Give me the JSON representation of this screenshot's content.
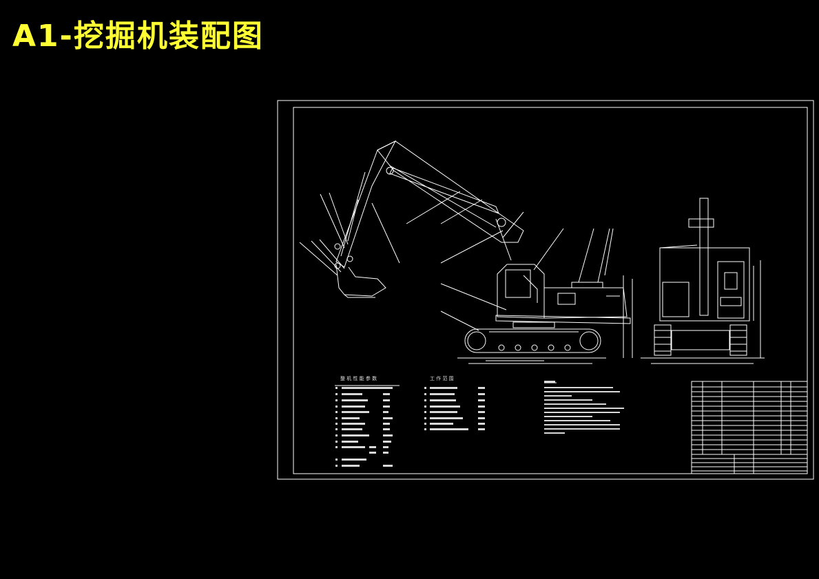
{
  "title": "A1-挖掘机装配图",
  "colors": {
    "background": "#000000",
    "title": "#ffff33",
    "lines": "#ffffff"
  },
  "tables": {
    "left_heading": "整 机 性 能 参 数",
    "right_heading": "工 作 范 围"
  }
}
